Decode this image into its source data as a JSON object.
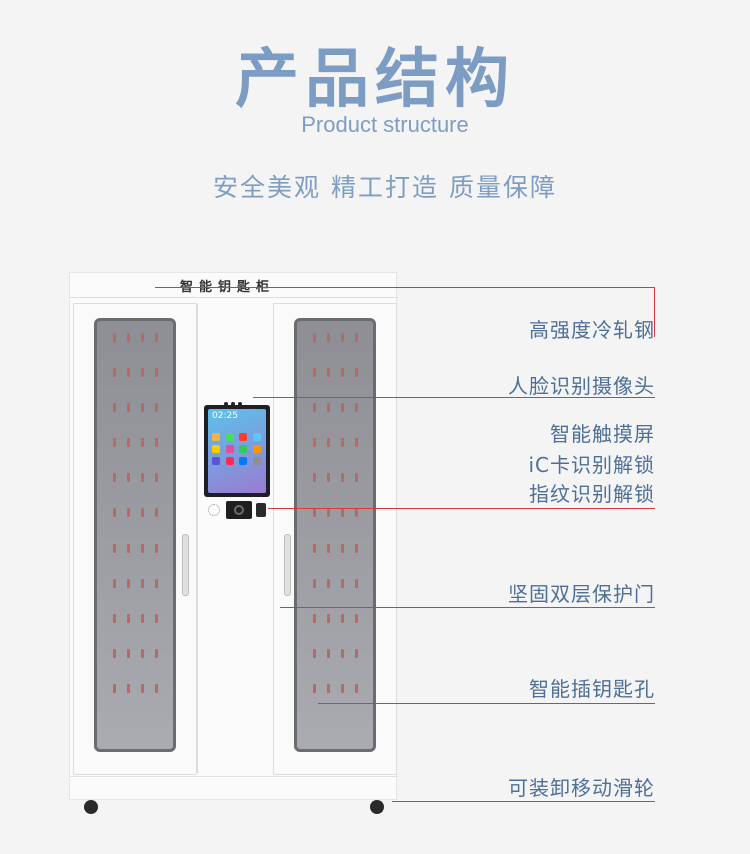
{
  "header": {
    "title": "产品结构",
    "subtitle": "Product structure",
    "slogan": "安全美观 精工打造 质量保障"
  },
  "cabinet": {
    "label": "智能钥匙柜",
    "screen_time": "02:25"
  },
  "callouts": [
    "高强度冷轧钢",
    "人脸识别摄像头",
    "智能触摸屏",
    "iC卡识别解锁",
    "指纹识别解锁",
    "坚固双层保护门",
    "智能插钥匙孔",
    "可装卸移动滑轮"
  ],
  "colors": {
    "accent_blue": "#7c9cc4",
    "callout_text": "#4d6f98",
    "leader_line": "#d83a3a"
  }
}
